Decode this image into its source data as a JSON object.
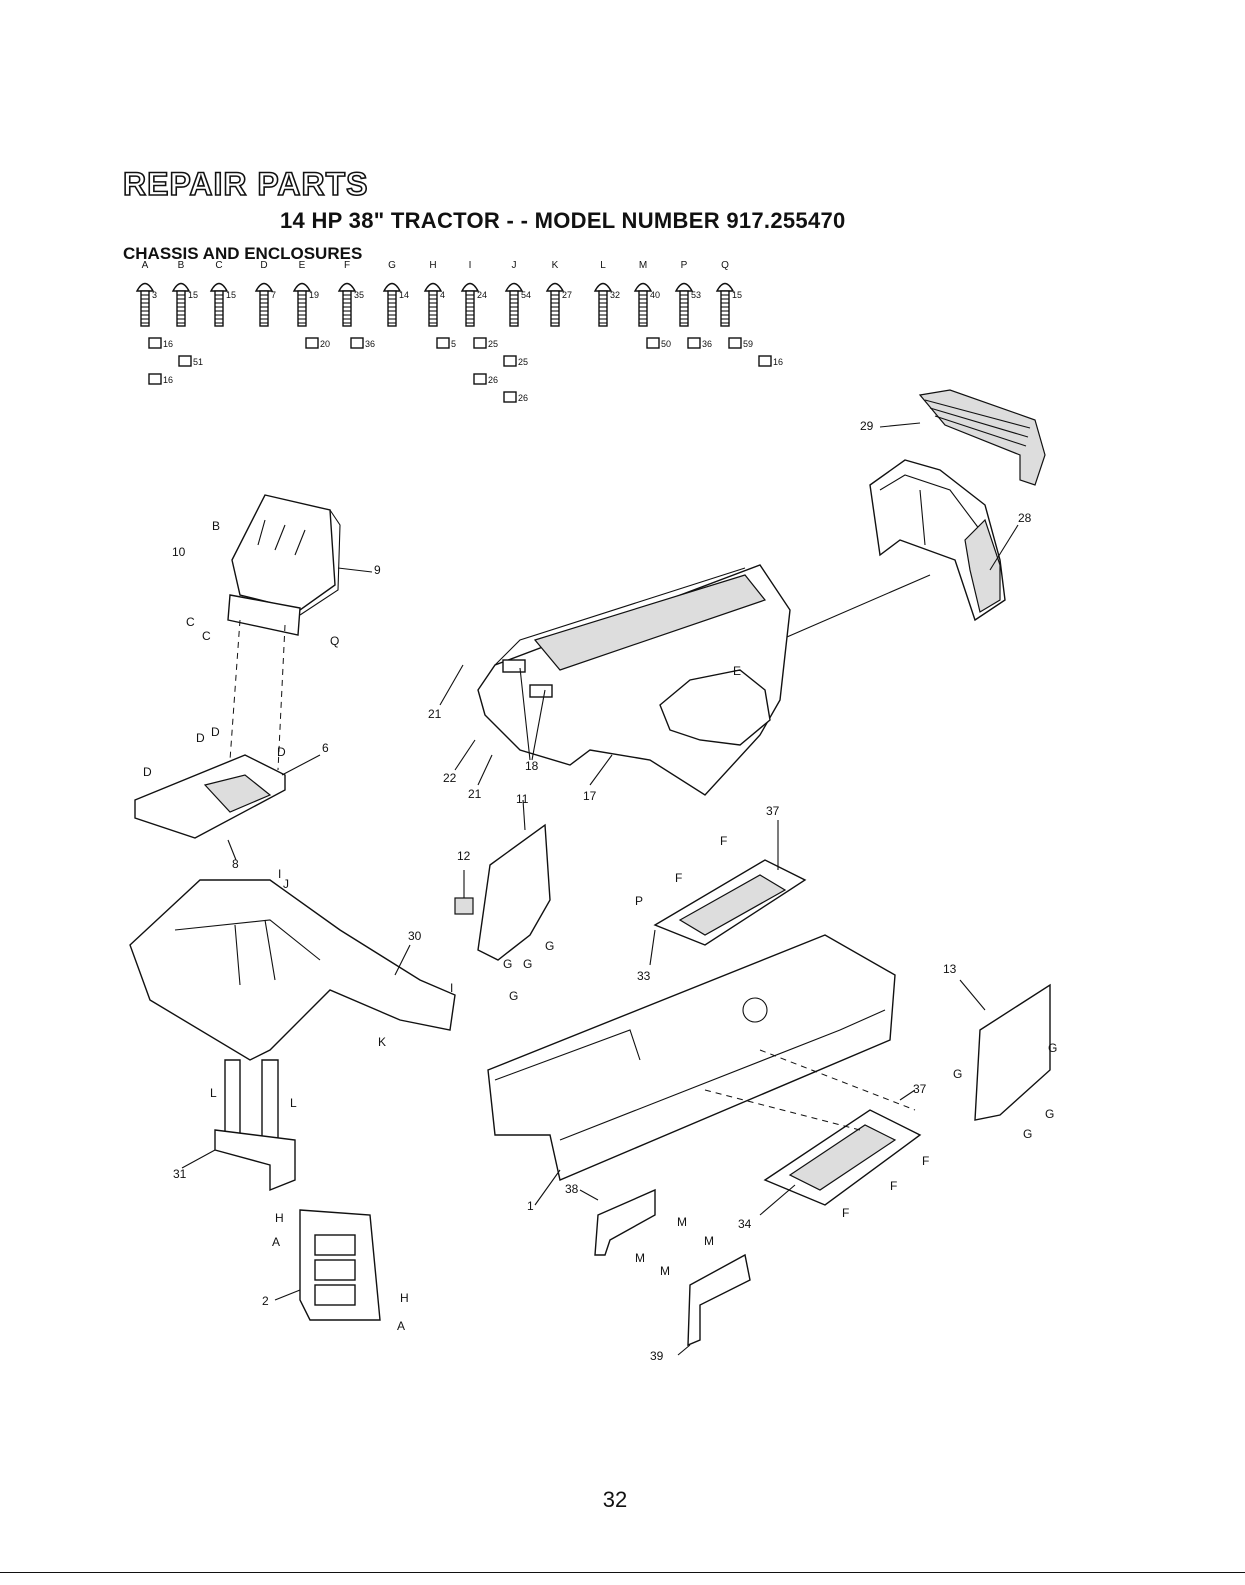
{
  "title": "REPAIR PARTS",
  "subtitle": "14 HP 38\" TRACTOR - - MODEL NUMBER 917.255470",
  "section": "CHASSIS AND ENCLOSURES",
  "page_number": "32",
  "hardware": [
    {
      "letter": "A",
      "bolt": "3",
      "parts": [
        "16",
        "51",
        "16"
      ]
    },
    {
      "letter": "B",
      "bolt": "15",
      "parts": []
    },
    {
      "letter": "C",
      "bolt": "15",
      "parts": []
    },
    {
      "letter": "D",
      "bolt": "7",
      "parts": []
    },
    {
      "letter": "E",
      "bolt": "19",
      "parts": [
        "20"
      ]
    },
    {
      "letter": "F",
      "bolt": "35",
      "parts": [
        "36"
      ]
    },
    {
      "letter": "G",
      "bolt": "14",
      "parts": []
    },
    {
      "letter": "H",
      "bolt": "4",
      "parts": [
        "5"
      ]
    },
    {
      "letter": "I",
      "bolt": "24",
      "parts": [
        "25",
        "25",
        "26",
        "26"
      ]
    },
    {
      "letter": "J",
      "bolt": "54",
      "parts": []
    },
    {
      "letter": "K",
      "bolt": "27",
      "parts": []
    },
    {
      "letter": "L",
      "bolt": "32",
      "parts": []
    },
    {
      "letter": "M",
      "bolt": "40",
      "parts": [
        "50"
      ]
    },
    {
      "letter": "P",
      "bolt": "53",
      "parts": [
        "36"
      ]
    },
    {
      "letter": "Q",
      "bolt": "15",
      "parts": [
        "59",
        "16"
      ]
    }
  ],
  "callouts": [
    "1",
    "2",
    "6",
    "8",
    "9",
    "10",
    "11",
    "12",
    "13",
    "17",
    "18",
    "21",
    "21",
    "22",
    "28",
    "29",
    "30",
    "31",
    "33",
    "34",
    "37",
    "37",
    "38",
    "39"
  ],
  "letter_tags": [
    "B",
    "C",
    "C",
    "Q",
    "D",
    "D",
    "D",
    "D",
    "I",
    "J",
    "K",
    "I",
    "L",
    "L",
    "H",
    "A",
    "H",
    "A",
    "E",
    "G",
    "G",
    "G",
    "G",
    "F",
    "F",
    "P",
    "F",
    "F",
    "F",
    "M",
    "M",
    "M",
    "M",
    "G",
    "G",
    "G",
    "G"
  ]
}
